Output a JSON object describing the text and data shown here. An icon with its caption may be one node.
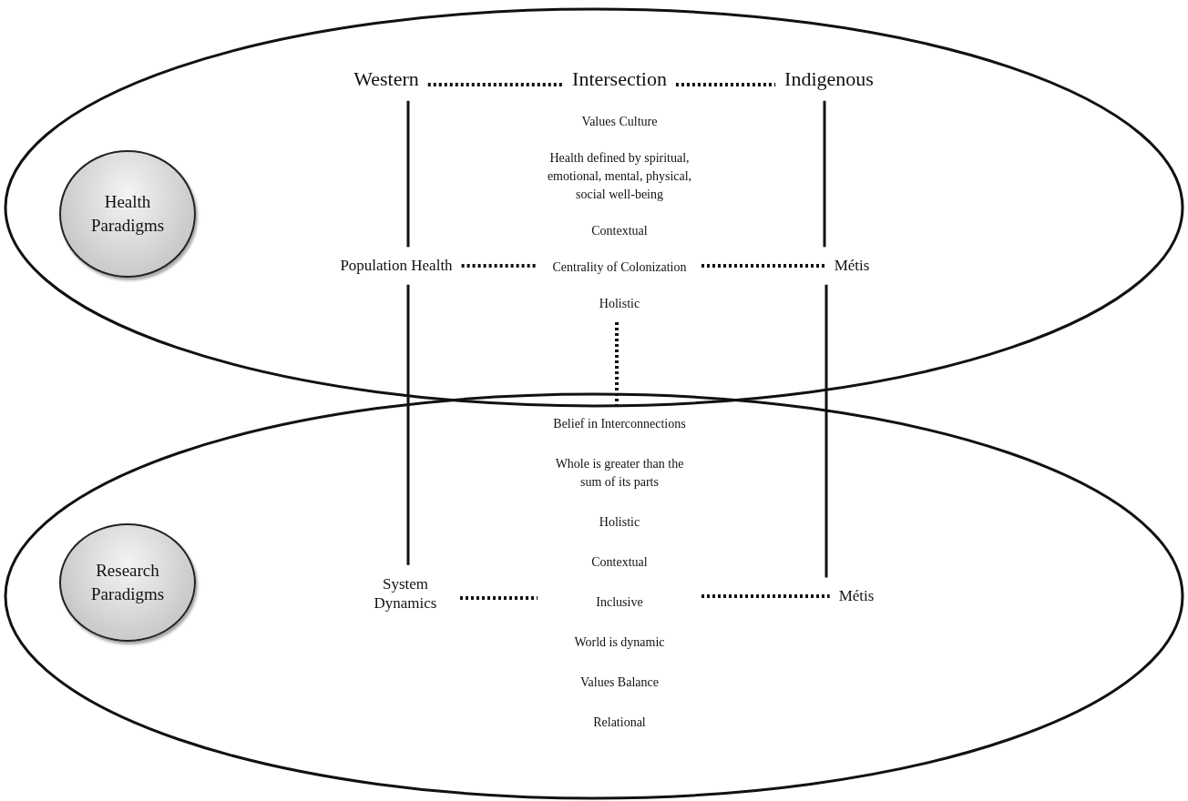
{
  "diagram": {
    "nodes": [
      {
        "text": [
          "Health Paradigms"
        ]
      },
      {
        "text": [
          "Western"
        ]
      },
      {
        "text": [
          "Intersection"
        ]
      },
      {
        "text": [
          "Indigenous"
        ]
      },
      {
        "text": [
          "Population Health"
        ]
      },
      {
        "text": [
          "Values Culture",
          "Health defined by spiritual, emotional, mental, physical, social well-being",
          "Contextual",
          "Centrality of Colonization",
          "Holistic"
        ]
      },
      {
        "text": [
          "Métis"
        ]
      },
      {
        "text": [
          "Belief in Interconnections",
          "Whole is greater than the sum of its parts",
          "Holistic",
          "Contextual",
          "Inclusive",
          "World is dynamic",
          "Values Balance",
          "Relational"
        ]
      },
      {
        "text": [
          "Research Paradigms"
        ]
      },
      {
        "text": [
          "System Dynamics"
        ]
      },
      {
        "text": [
          "Métis"
        ]
      }
    ],
    "edges": [
      {
        "from": 1,
        "to": 2,
        "arrow": "none",
        "style": "dashed"
      },
      {
        "from": 2,
        "to": 3,
        "arrow": "none",
        "style": "dashed"
      },
      {
        "from": 1,
        "to": 4,
        "arrow": "none"
      },
      {
        "from": 3,
        "to": 6,
        "arrow": "none"
      },
      {
        "from": 4,
        "to": 5,
        "arrow": "none",
        "style": "dashed"
      },
      {
        "from": 5,
        "to": 6,
        "arrow": "none",
        "style": "dashed"
      },
      {
        "from": 4,
        "to": 9,
        "arrow": "none"
      },
      {
        "from": 6,
        "to": 10,
        "arrow": "none"
      },
      {
        "from": 5,
        "to": 7,
        "arrow": "none",
        "style": "dashed"
      },
      {
        "from": 9,
        "to": 7,
        "arrow": "none",
        "style": "dashed"
      },
      {
        "from": 7,
        "to": 10,
        "arrow": "none",
        "style": "dashed"
      }
    ]
  }
}
